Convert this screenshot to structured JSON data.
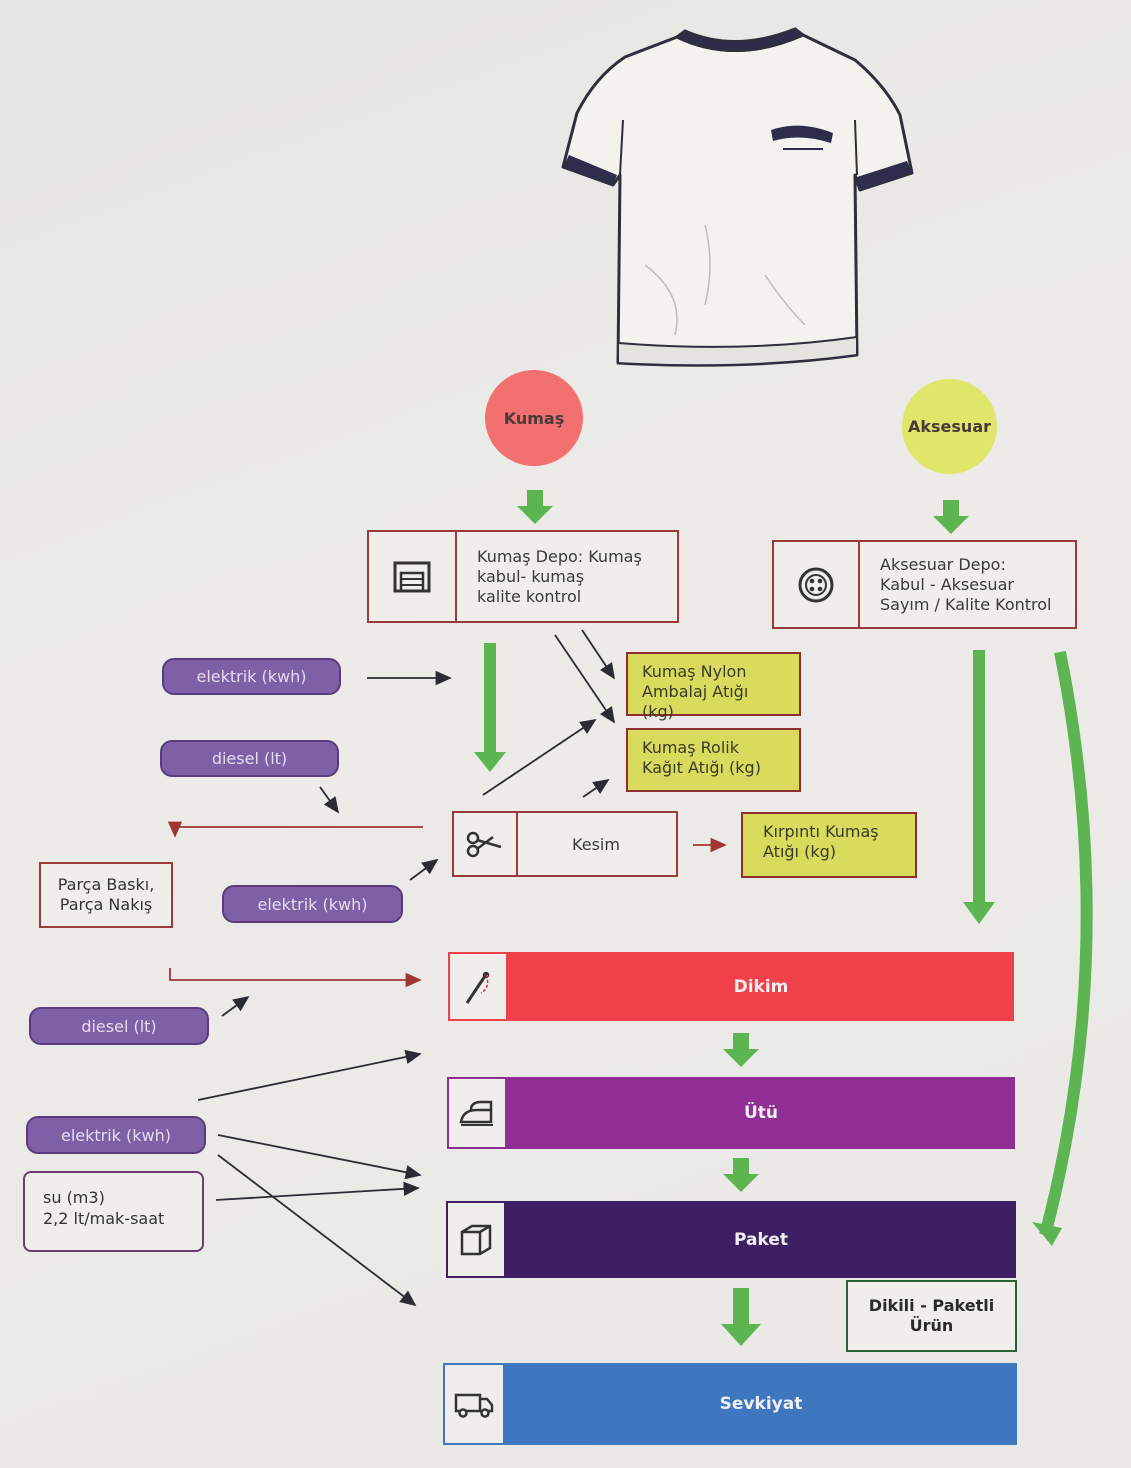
{
  "nodes": {
    "kumas": "Kumaş",
    "aksesuar": "Aksesuar",
    "kumas_depo": [
      "Kumaş Depo: Kumaş",
      "kabul- kumaş",
      "kalite kontrol"
    ],
    "aksesuar_depo": [
      "Aksesuar Depo:",
      "Kabul - Aksesuar",
      "Sayım / Kalite Kontrol"
    ],
    "nylon_waste": [
      "Kumaş Nylon",
      "Ambalaj Atığı (kg)"
    ],
    "rolik_waste": [
      "Kumaş Rolik",
      "Kağıt Atığı (kg)"
    ],
    "kesim": "Kesim",
    "kirpinti_waste": [
      "Kırpıntı Kumaş",
      "Atığı (kg)"
    ],
    "parca": [
      "Parça Baskı,",
      "Parça Nakış"
    ],
    "dikim": "Dikim",
    "utu": "Ütü",
    "paket": "Paket",
    "sevkiyat": "Sevkiyat",
    "urun": [
      "Dikili - Paketli",
      "Ürün"
    ]
  },
  "inputs": {
    "elektrik_1": "elektrik (kwh)",
    "diesel_1": "diesel (lt)",
    "elektrik_2": "elektrik (kwh)",
    "diesel_2": "diesel (lt)",
    "elektrik_3": "elektrik (kwh)",
    "su": [
      "su (m3)",
      "2,2 lt/mak-saat"
    ]
  },
  "icons": {
    "garment": "t-shirt-illustration",
    "depo": "warehouse-icon",
    "aksesuar": "button-icon",
    "kesim": "scissors-icon",
    "dikim": "needle-icon",
    "utu": "iron-icon",
    "paket": "box-icon",
    "sevkiyat": "truck-icon"
  },
  "colors": {
    "kumas": "#f2706f",
    "aksesuar": "#dfe66a",
    "waste": "#dadb5c",
    "input_pill": "#7f5fa6",
    "dikim": "#f0404a",
    "utu": "#8f2f93",
    "paket": "#3e1f63",
    "sevkiyat": "#3e77c0",
    "arrow": "#5db551"
  }
}
